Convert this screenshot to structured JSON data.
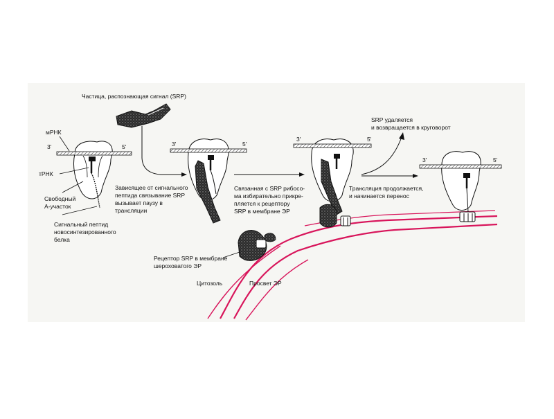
{
  "colors": {
    "membrane": "#d8155b",
    "ink": "#1a1a1a",
    "paper": "#f7f7f4"
  },
  "labels": {
    "srp_particle": "Частица, распознающая сигнал (SRP)",
    "mrna": "мРНК",
    "trna": "тРНК",
    "free_a_site_1": "Свободный",
    "free_a_site_2": "А-участок",
    "signal_peptide_1": "Сигнальный пептид",
    "signal_peptide_2": "новосинтезированного",
    "signal_peptide_3": "белка",
    "srp_binding_1": "Зависящее от сигнального",
    "srp_binding_2": "пептида связывание SRP",
    "srp_binding_3": "вызывает паузу в",
    "srp_binding_4": "трансляции",
    "ribosome_attach_1": "Связанная с SRP рибосо-",
    "ribosome_attach_2": "ма избирательно прикре-",
    "ribosome_attach_3": "пляется к рецептору",
    "ribosome_attach_4": "SRP в мембране ЭР",
    "srp_release_1": "SRP удаляется",
    "srp_release_2": "и возвращается в круговорот",
    "translation_continues_1": "Трансляция продолжается,",
    "translation_continues_2": "и начинается перенос",
    "receptor_1": "Рецептор SRP в мембране",
    "receptor_2": "шероховатого ЭР",
    "cytosol": "Цитозоль",
    "er_lumen": "Просвет ЭР",
    "end_3": "3'",
    "end_5": "5'"
  }
}
